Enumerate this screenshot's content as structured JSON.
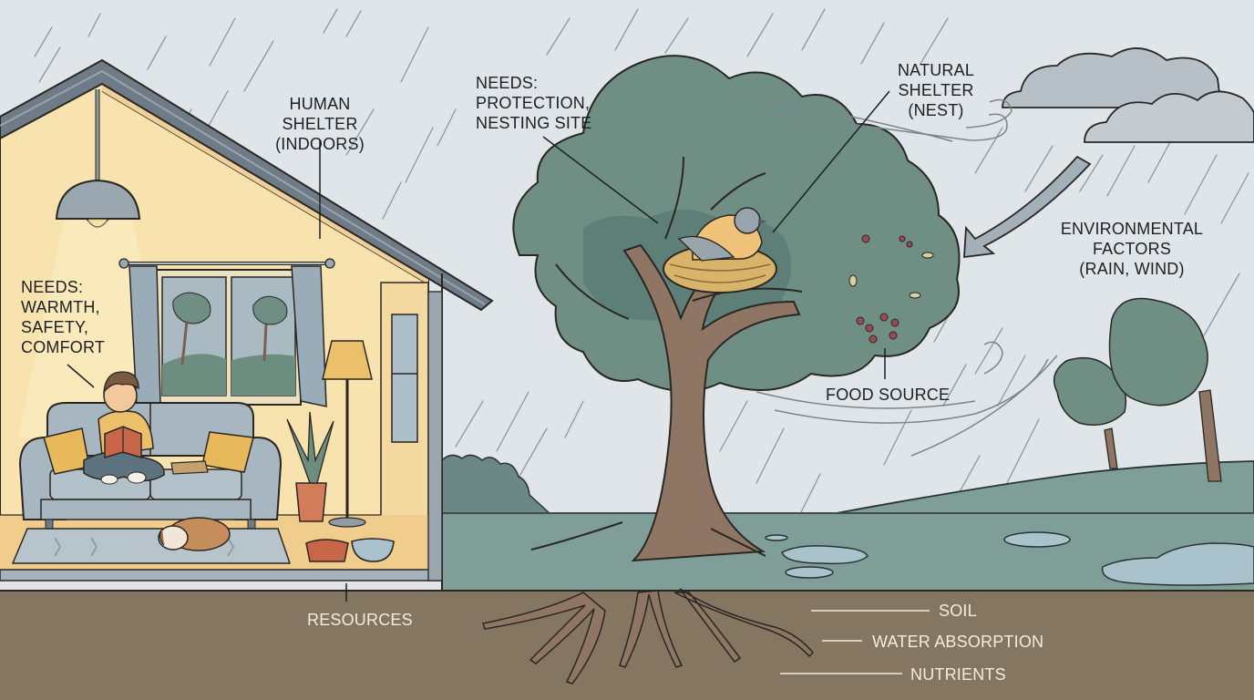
{
  "diagram": {
    "title": "",
    "theme_colors": {
      "sky": "#dfe5e8",
      "house_wall": "#f8e2ad",
      "roof": "#6f7b86",
      "soil": "#857661",
      "grass": "#7f9e98",
      "foliage": "#6f8f85",
      "trunk": "#8f7664",
      "cloud": "#b7c0c7",
      "label_dark": "#1d1f22",
      "label_light": "#f3ece0"
    },
    "labels": {
      "human_shelter": "HUMAN SHELTER\n(INDOORS)",
      "human_needs": "NEEDS:\nWARMTH,\nSAFETY,\nCOMFORT",
      "resources": "RESOURCES",
      "bird_needs": "NEEDS:\nPROTECTION,\nNESTING SITE",
      "natural_shelter": "NATURAL\nSHELTER\n(NEST)",
      "environmental_factors": "ENVIRONMENTAL\nFACTORS\n(RAIN, WIND)",
      "food_source": "FOOD SOURCE",
      "soil": "SOIL",
      "water_absorption": "WATER ABSORPTION",
      "nutrients": "NUTRIENTS"
    },
    "scene_elements": [
      "house-cross-section",
      "ceiling-lamp",
      "window-with-curtains",
      "child-reading-book",
      "sofa-with-pillows",
      "sleeping-dog",
      "rug",
      "floor-lamp",
      "potted-plant",
      "food-bowl",
      "water-bowl",
      "large-tree",
      "bird-in-nest",
      "berries-and-insects",
      "rain-clouds",
      "wind-arrow",
      "wind-swirls",
      "bent-trees",
      "puddles",
      "tree-roots"
    ]
  }
}
